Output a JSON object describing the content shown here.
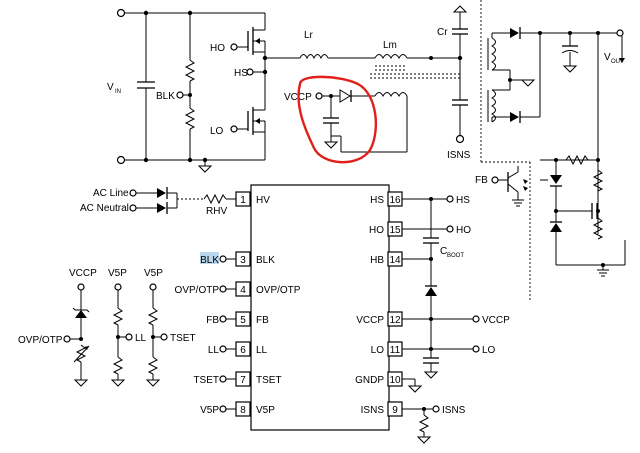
{
  "labels": {
    "vin_main": "V",
    "vin_sub": "IN",
    "blk_top": "BLK",
    "ho_top": "HO",
    "hs_top": "HS",
    "lo_top": "LO",
    "lr": "Lr",
    "lm": "Lm",
    "cr": "Cr",
    "vccp_top": "VCCP",
    "isns_top": "ISNS",
    "vout_main": "V",
    "vout_sub": "OUT",
    "fb_right": "FB",
    "ac_line": "AC Line",
    "ac_neutral": "AC Neutral",
    "rhv": "RHV",
    "cboot_main": "C",
    "cboot_sub": "BOOT",
    "left_vccp": "VCCP",
    "left_v5p_1": "V5P",
    "left_v5p_2": "V5P",
    "left_ovp": "OVP/OTP",
    "left_ll": "LL",
    "left_tset": "TSET"
  },
  "ic": {
    "left_pins": [
      {
        "num": "1",
        "name": "HV",
        "net": ""
      },
      {
        "num": "3",
        "name": "BLK",
        "net": "BLK"
      },
      {
        "num": "4",
        "name": "OVP/OTP",
        "net": "OVP/OTP"
      },
      {
        "num": "5",
        "name": "FB",
        "net": "FB"
      },
      {
        "num": "6",
        "name": "LL",
        "net": "LL"
      },
      {
        "num": "7",
        "name": "TSET",
        "net": "TSET"
      },
      {
        "num": "8",
        "name": "V5P",
        "net": "V5P"
      }
    ],
    "right_pins": [
      {
        "num": "16",
        "name": "HS",
        "net": "HS"
      },
      {
        "num": "15",
        "name": "HO",
        "net": "HO"
      },
      {
        "num": "14",
        "name": "HB",
        "net": ""
      },
      {
        "num": "12",
        "name": "VCCP",
        "net": "VCCP"
      },
      {
        "num": "11",
        "name": "LO",
        "net": "LO"
      },
      {
        "num": "10",
        "name": "GNDP",
        "net": ""
      },
      {
        "num": "9",
        "name": "ISNS",
        "net": "ISNS"
      }
    ]
  },
  "highlight_color": "#b9d7ee",
  "annotation_color": "#e0201b"
}
